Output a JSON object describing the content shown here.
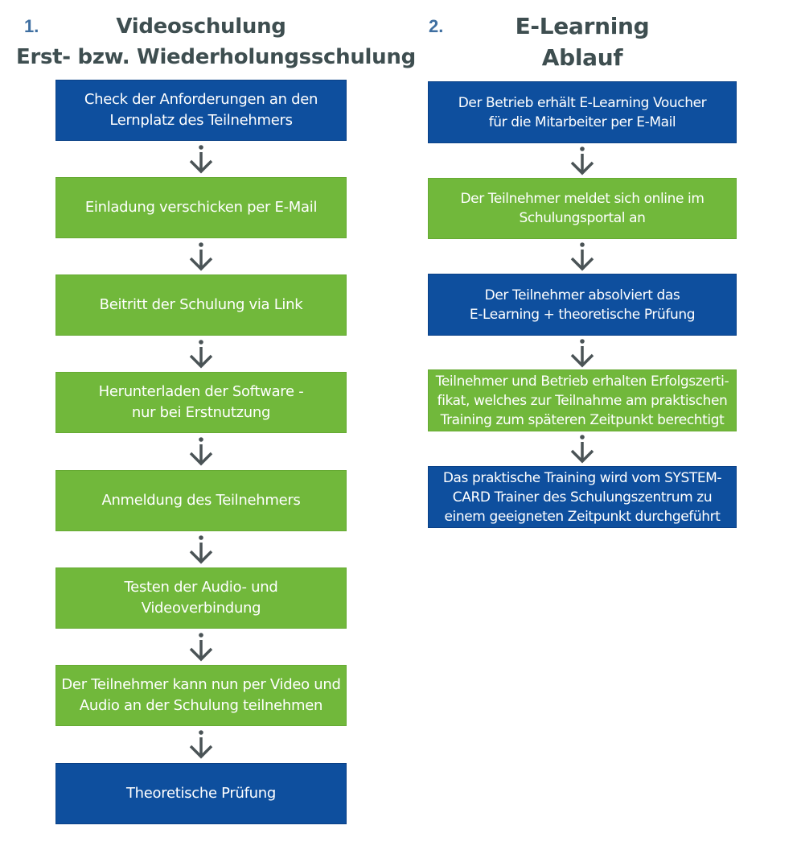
{
  "colors": {
    "blue": "#0e4f9e",
    "green": "#71b83b",
    "heading": "#3e4e50",
    "number": "#3f6fa1",
    "arrow": "#4a5356"
  },
  "left": {
    "number": "1.",
    "title_line1": "Videoschulung",
    "title_line2": "Erst- bzw. Wiederholungsschulung",
    "steps": [
      {
        "text": "Check der Anforderungen an den\nLernplatz des Teilnehmers",
        "color": "blue"
      },
      {
        "text": "Einladung verschicken per E-Mail",
        "color": "green"
      },
      {
        "text": "Beitritt der Schulung via Link",
        "color": "green"
      },
      {
        "text": "Herunterladen der Software -\nnur bei Erstnutzung",
        "color": "green"
      },
      {
        "text": "Anmeldung des Teilnehmers",
        "color": "green"
      },
      {
        "text": "Testen der Audio- und\nVideoverbindung",
        "color": "green"
      },
      {
        "text": "Der Teilnehmer kann nun per Video und\nAudio an der Schulung teilnehmen",
        "color": "green"
      },
      {
        "text": "Theoretische Prüfung",
        "color": "blue"
      }
    ]
  },
  "right": {
    "number": "2.",
    "title_line1": "E-Learning",
    "title_line2": "Ablauf",
    "steps": [
      {
        "text": "Der Betrieb erhält E-Learning Voucher\nfür die Mitarbeiter per E-Mail",
        "color": "blue"
      },
      {
        "text": "Der Teilnehmer meldet sich online im\nSchulungsportal an",
        "color": "green"
      },
      {
        "text": "Der Teilnehmer absolviert das\nE-Learning + theoretische Prüfung",
        "color": "blue"
      },
      {
        "text": "Teilnehmer und Betrieb erhalten Erfolgszerti-\nfikat, welches zur Teilnahme am praktischen\nTraining zum späteren Zeitpunkt berechtigt",
        "color": "green"
      },
      {
        "text": "Das praktische Training wird vom SYSTEM-\nCARD Trainer des Schulungszentrum zu\neinem geeigneten Zeitpunkt durchgeführt",
        "color": "blue"
      }
    ]
  }
}
